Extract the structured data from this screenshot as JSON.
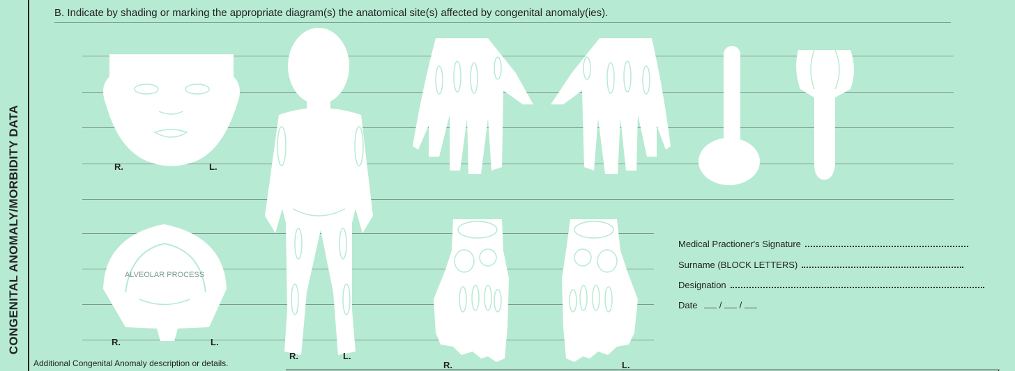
{
  "side_label": "CONGENITAL ANOMALY/MORBIDITY DATA",
  "instruction": "B. Indicate by shading or marking the appropriate diagram(s) the anatomical site(s) affected by congenital anomaly(ies).",
  "diagrams": {
    "face": {
      "right": "R.",
      "left": "L."
    },
    "palate": {
      "right": "R.",
      "left": "L.",
      "arch_text": "ALVEOLAR PROCESS"
    },
    "body": {
      "right": "R.",
      "left": "L."
    },
    "foot": {
      "right": "R.",
      "left": "L."
    }
  },
  "signature": {
    "practitioner": "Medical Practioner's Signature",
    "surname": "Surname (BLOCK LETTERS)",
    "designation": "Designation",
    "date_label": "Date",
    "date_sep": "/"
  },
  "additional": "Additional Congenital Anomaly description or details."
}
